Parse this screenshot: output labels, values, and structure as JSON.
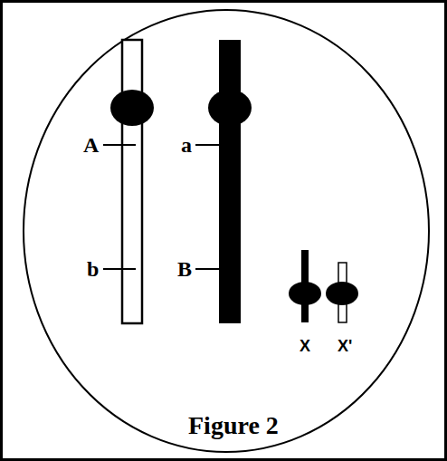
{
  "diagram": {
    "caption": "Figure 2",
    "labels": [
      "A",
      "b",
      "a",
      "B",
      "X",
      "X'"
    ]
  }
}
